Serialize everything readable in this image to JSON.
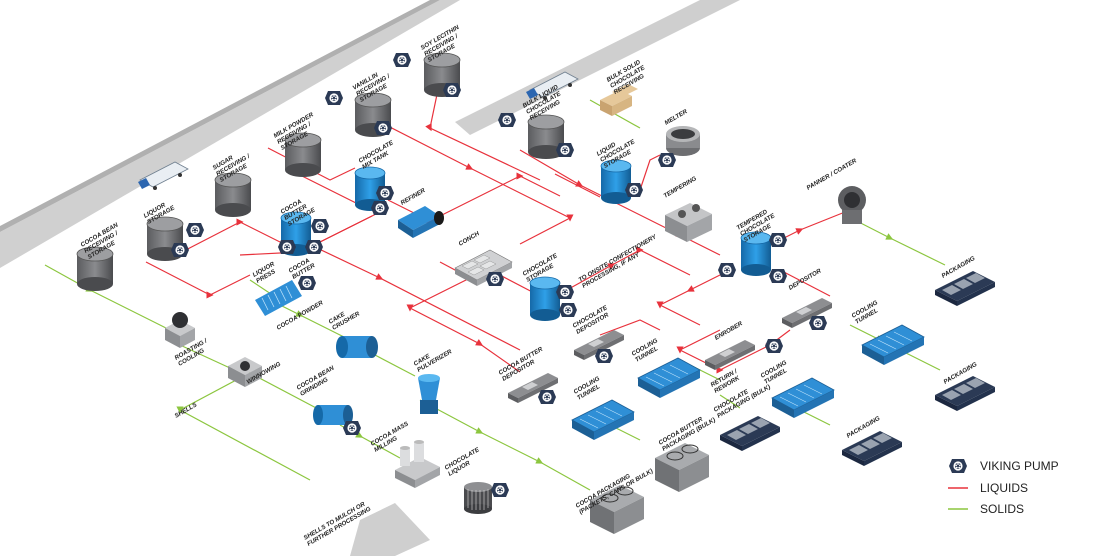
{
  "labels": {
    "cocoa_bean_receiving": [
      "COCOA BEAN",
      "RECEIVING /",
      "STORAGE"
    ],
    "liquor_storage": [
      "LIQUOR",
      "STORAGE"
    ],
    "sugar_receiving": [
      "SUGAR",
      "RECEIVING /",
      "STORAGE"
    ],
    "milk_powder": [
      "MILK POWDER",
      "RECEIVING /",
      "STORAGE"
    ],
    "vanillin": [
      "VANILLIN",
      "RECEIVING /",
      "STORAGE"
    ],
    "soy_lecithin": [
      "SOY LECITHIN",
      "RECEIVING /",
      "STORAGE"
    ],
    "cocoa_butter_storage": [
      "COCOA",
      "BUTTER",
      "STORAGE"
    ],
    "chocolate_mix_tank": [
      "CHOCOLATE",
      "MIX TANK"
    ],
    "refiner": [
      "REFINER"
    ],
    "conch": [
      "CONCH"
    ],
    "chocolate_storage": [
      "CHOCOLATE",
      "STORAGE"
    ],
    "onsite_confectionery": [
      "TO ONSITE CONFECTIONERY",
      "PROCESSING, IF ANY"
    ],
    "bulk_liquid_receiving": [
      "BULK LIQUID",
      "CHOCOLATE",
      "RECEIVING"
    ],
    "bulk_solid_receiving": [
      "BULK SOLID",
      "CHOCOLATE",
      "RECEIVING"
    ],
    "liquid_chocolate_storage": [
      "LIQUID",
      "CHOCOLATE",
      "STORAGE"
    ],
    "melter": [
      "MELTER"
    ],
    "tempering": [
      "TEMPERING"
    ],
    "tempered_storage": [
      "TEMPERED",
      "CHOCOLATE",
      "STORAGE"
    ],
    "panner_coater": [
      "PANNER / COATER"
    ],
    "packaging_1": [
      "PACKAGING"
    ],
    "depositor_right": [
      "DEPOSITOR"
    ],
    "cooling_tunnel_right": [
      "COOLING",
      "TUNNEL"
    ],
    "packaging_2": [
      "PACKAGING"
    ],
    "enrober": [
      "ENROBER"
    ],
    "return_rework": [
      "RETURN /",
      "REWORK"
    ],
    "cooling_tunnel_mid": [
      "COOLING",
      "TUNNEL"
    ],
    "packaging_3": [
      "PACKAGING"
    ],
    "chocolate_packaging_bulk": [
      "CHOCOLATE",
      "PACKAGING (BULK)"
    ],
    "liquor_press": [
      "LIQUOR",
      "PRESS"
    ],
    "cocoa_butter_small": [
      "COCOA",
      "BUTTER"
    ],
    "cocoa_powder": [
      "COCOA POWDER"
    ],
    "cake_crusher": [
      "CAKE",
      "CRUSHER"
    ],
    "cake_pulverizer": [
      "CAKE",
      "PULVERIZER"
    ],
    "roasting_cooling": [
      "ROASTING /",
      "COOLING"
    ],
    "winnowing": [
      "WINNOWING"
    ],
    "shells": [
      "SHELLS"
    ],
    "cocoa_bean_grinding": [
      "COCOA BEAN",
      "GRINDING"
    ],
    "cocoa_mass_milling": [
      "COCOA MASS",
      "MILLING"
    ],
    "chocolate_liquor": [
      "CHOCOLATE",
      "LIQUOR"
    ],
    "shells_to_mulch": [
      "SHELLS TO MULCH OR",
      "FURTHER PROCESSING"
    ],
    "cocoa_butter_depositor": [
      "COCOA BUTTER",
      "DEPOSITOR"
    ],
    "cooling_tunnel_left": [
      "COOLING",
      "TUNNEL"
    ],
    "cocoa_butter_packaging": [
      "COCOA BUTTER",
      "PACKAGING (BULK)"
    ],
    "chocolate_depositor": [
      "CHOCOLATE",
      "DEPOSITOR"
    ],
    "cooling_tunnel_center": [
      "COOLING",
      "TUNNEL"
    ],
    "cocoa_packaging": [
      "COCOA PACKAGING",
      "(PACKETS, CANS OR BULK)"
    ]
  },
  "legend": {
    "pump": "VIKING PUMP",
    "liquids": "LIQUIDS",
    "solids": "SOLIDS"
  },
  "colors": {
    "liquids": "#e8323c",
    "solids": "#8cc63f",
    "tank_blue": "#1e88d0",
    "tank_gray": "#6d6e71",
    "pump_navy": "#2b3a55",
    "road": "#c8c8c8"
  }
}
